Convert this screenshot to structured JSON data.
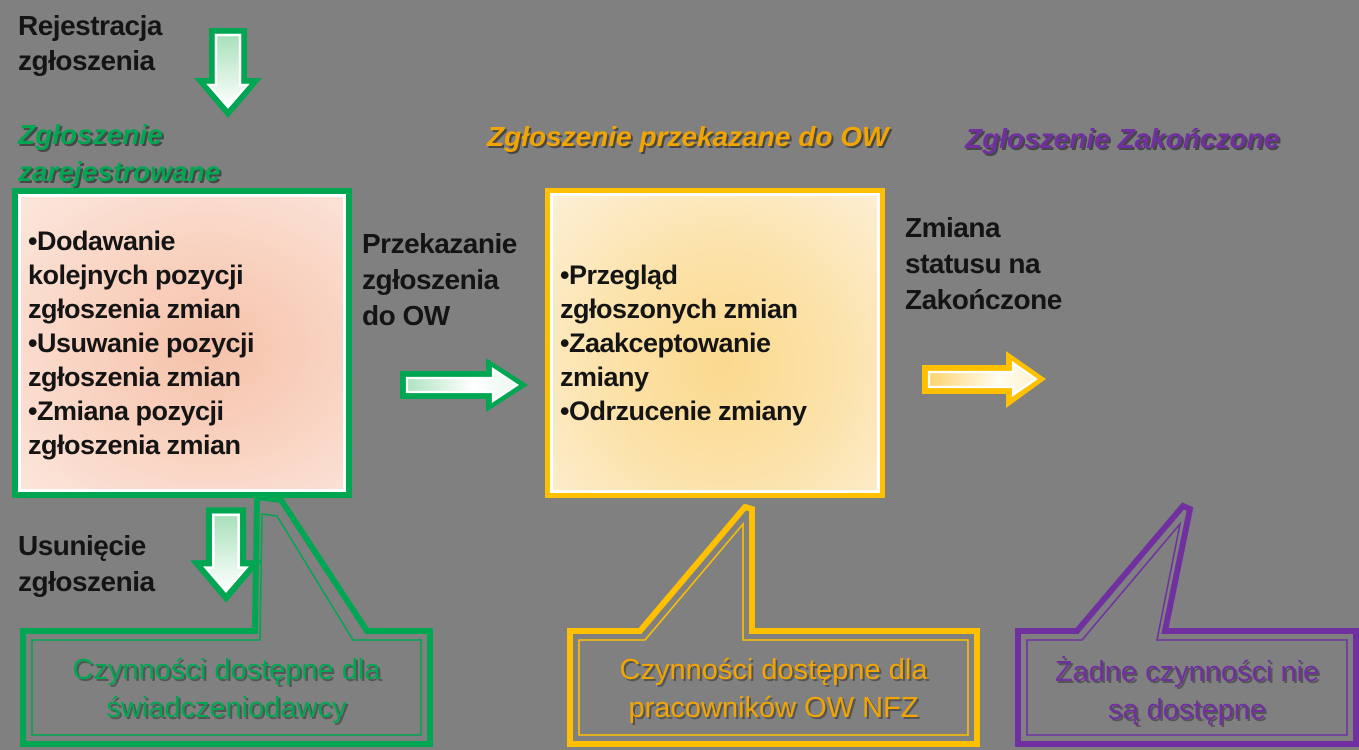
{
  "colors": {
    "background": "#808080",
    "green": "#00A651",
    "green_dark": "#008A43",
    "gold": "#FFC000",
    "orange_text": "#F2A500",
    "purple": "#7030A0",
    "text_black": "#141414"
  },
  "flow": {
    "register_label": "Rejestracja\nzgłoszenia",
    "status_registered": "Zgłoszenie\nzarejestrowane",
    "registered_actions": [
      "•Dodawanie\nkolejnych pozycji\nzgłoszenia zmian",
      "•Usuwanie pozycji\nzgłoszenia zmian",
      "•Zmiana pozycji\nzgłoszenia zmian"
    ],
    "transfer_label": "Przekazanie\nzgłoszenia\ndo OW",
    "status_transferred": "Zgłoszenie przekazane do OW",
    "transferred_actions": [
      "•Przegląd\nzgłoszonych zmian",
      "•Zaakceptowanie\nzmiany",
      "•Odrzucenie zmiany"
    ],
    "complete_label": "Zmiana\nstatusu na\nZakończone",
    "status_completed": "Zgłoszenie Zakończone",
    "delete_label": "Usunięcie\nzgłoszenia"
  },
  "callouts": {
    "provider": "Czynności dostępne dla\nświadczeniodawcy",
    "nfz_staff": "Czynności dostępne dla\npracowników OW NFZ",
    "none_available": "Żadne czynności nie\nsą dostępne"
  },
  "icons": {
    "arrow_down_1": "arrow-down-icon",
    "arrow_right_green": "arrow-right-icon",
    "arrow_right_yellow": "arrow-right-icon",
    "arrow_down_2": "arrow-down-icon"
  }
}
